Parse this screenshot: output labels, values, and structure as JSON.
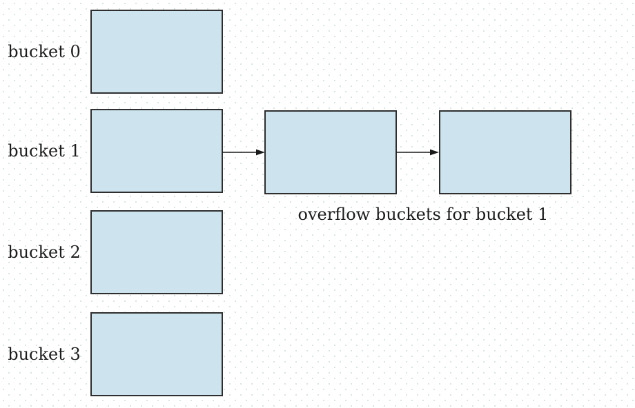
{
  "diagram": {
    "type": "hash-table-overflow-chaining",
    "buckets": [
      {
        "label": "bucket 0"
      },
      {
        "label": "bucket 1"
      },
      {
        "label": "bucket 2"
      },
      {
        "label": "bucket 3"
      }
    ],
    "overflow_chain": {
      "attached_to": "bucket 1",
      "box_count": 2,
      "caption": "overflow buckets for bucket 1"
    },
    "colors": {
      "box_fill": "#cde4ee",
      "box_border": "#2e2e2e",
      "line": "#1a1a1a",
      "dot": "#d9e5e1",
      "background": "#ffffff",
      "text": "#1c1c1c"
    }
  }
}
